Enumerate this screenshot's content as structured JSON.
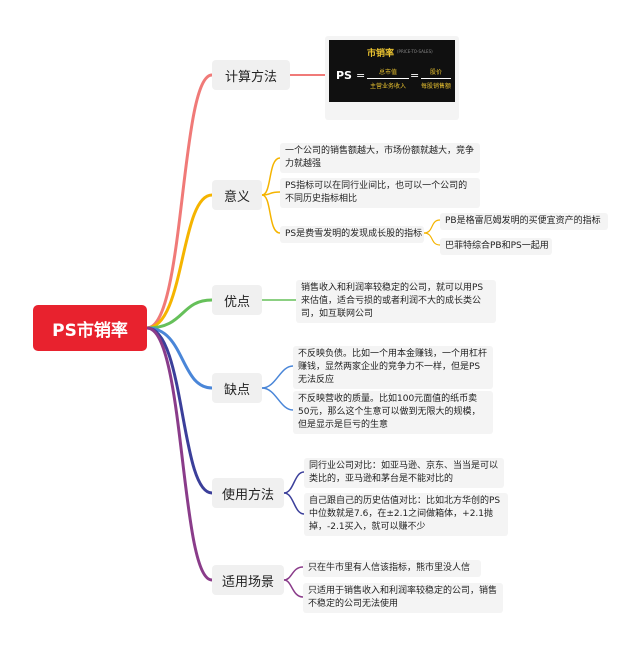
{
  "root": {
    "label": "PS市销率"
  },
  "formula": {
    "title": "市销率",
    "subtitle": "(PRICE-TO-SALES)",
    "lhs": "PS",
    "eq": "=",
    "frac1_num": "总市值",
    "frac1_den": "主营业务收入",
    "frac2_num": "股价",
    "frac2_den": "每股销售额"
  },
  "branches": {
    "calc": {
      "label": "计算方法"
    },
    "meaning": {
      "label": "意义",
      "items": [
        "一个公司的销售额越大，市场份额就越大，竞争力就越强",
        "PS指标可以在同行业间比，也可以一个公司的不同历史指标相比",
        "PS是费雪发明的发现成长股的指标"
      ],
      "sub_items": [
        "PB是格雷厄姆发明的买便宜资产的指标",
        "巴菲特综合PB和PS一起用"
      ]
    },
    "pros": {
      "label": "优点",
      "items": [
        "销售收入和利润率较稳定的公司，就可以用PS来估值，适合亏损的或者利润不大的成长类公司，如互联网公司"
      ]
    },
    "cons": {
      "label": "缺点",
      "items": [
        "不反映负债。比如一个用本金赚钱，一个用杠杆赚钱，显然两家企业的竞争力不一样，但是PS无法反应",
        "不反映营收的质量。比如100元面值的纸币卖50元，那么这个生意可以做到无限大的规模，但是显示是巨亏的生意"
      ]
    },
    "usage": {
      "label": "使用方法",
      "items": [
        "同行业公司对比：如亚马逊、京东、当当是可以类比的，亚马逊和茅台是不能对比的",
        "自己跟自己的历史估值对比：比如北方华创的PS中位数就是7.6，在±2.1之间做箱体，+2.1抛掉，-2.1买入，就可以赚不少"
      ]
    },
    "scenarios": {
      "label": "适用场景",
      "items": [
        "只在牛市里有人信该指标，熊市里没人信",
        "只适用于销售收入和利润率较稳定的公司，销售不稳定的公司无法使用"
      ]
    }
  },
  "colors": {
    "root": "#e8222e",
    "calc": "#f07a78",
    "meaning": "#f5b400",
    "pros": "#66c05a",
    "cons": "#4a86d8",
    "usage": "#3b3f9a",
    "scenarios": "#8a3c8a"
  }
}
